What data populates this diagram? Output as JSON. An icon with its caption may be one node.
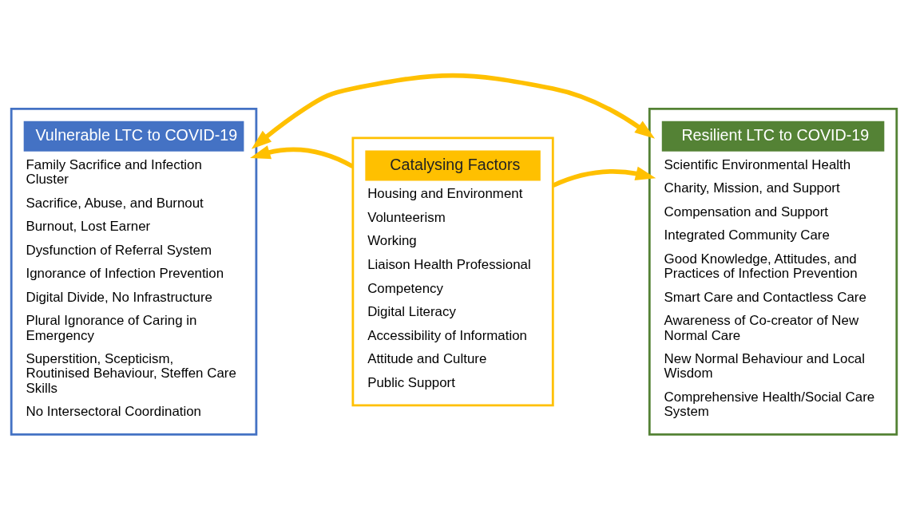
{
  "diagram": {
    "nodes": [
      {
        "text": [
          "Vulnerable LTC to COVID-19",
          "Family Sacrifice and Infection Cluster",
          "Sacrifice, Abuse, and Burnout",
          "Burnout, Lost Earner",
          "Dysfunction of Referral System",
          "Ignorance of Infection Prevention",
          "Digital Divide, No Infrastructure",
          "Plural Ignorance of Caring in Emergency",
          "Superstition, Scepticism, Routinised Behaviour, Steffen Care Skills",
          "No Intersectoral Coordination"
        ]
      },
      {
        "text": [
          "Catalysing Factors",
          "Housing and Environment",
          "Volunteerism",
          "Working",
          "Liaison Health Professional",
          "Competency",
          "Digital Literacy",
          "Accessibility of Information",
          "Attitude and Culture",
          "Public Support"
        ]
      },
      {
        "text": [
          "Resilient LTC to COVID-19",
          "Scientific Environmental Health",
          "Charity, Mission, and Support",
          "Compensation and Support",
          "Integrated Community Care",
          "Good Knowledge, Attitudes, and Practices of Infection Prevention",
          "Smart Care and Contactless Care",
          "Awareness of Co-creator of New Normal Care",
          "New Normal Behaviour and Local Wisdom",
          "Comprehensive Health/Social Care System"
        ]
      }
    ],
    "edges": [
      {
        "from": 1,
        "to": 0,
        "arrow": "to",
        "color": "#ffc000"
      },
      {
        "from": 1,
        "to": 2,
        "arrow": "to",
        "color": "#ffc000"
      },
      {
        "from": 0,
        "to": 2,
        "arrow": "both",
        "color": "#ffc000"
      }
    ]
  }
}
